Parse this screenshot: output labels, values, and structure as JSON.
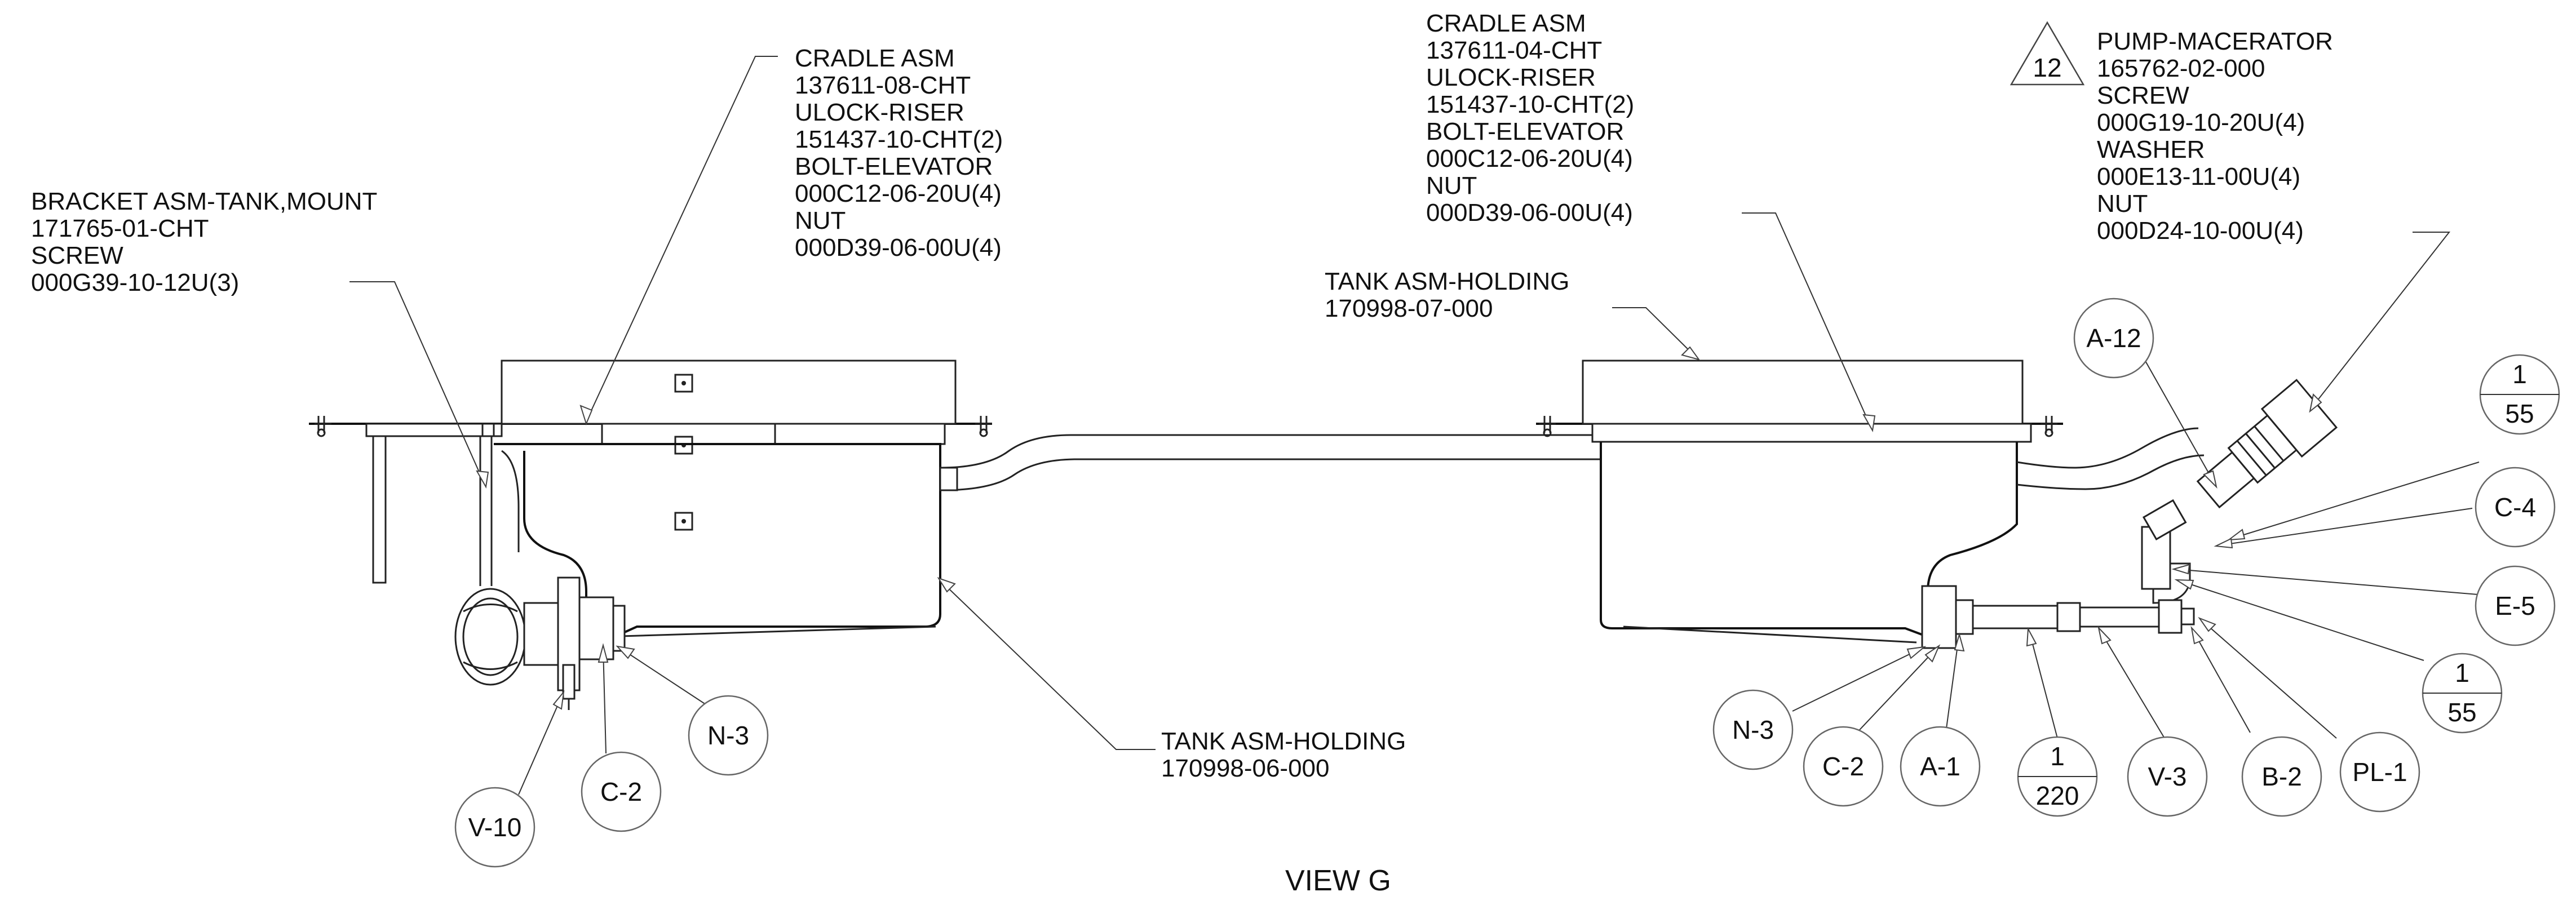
{
  "callouts": {
    "cradle_left": [
      "CRADLE ASM",
      "137611-08-CHT",
      "ULOCK-RISER",
      "151437-10-CHT(2)",
      "BOLT-ELEVATOR",
      "000C12-06-20U(4)",
      "NUT",
      "000D39-06-00U(4)"
    ],
    "bracket": [
      "BRACKET ASM-TANK,MOUNT",
      "171765-01-CHT",
      "SCREW",
      "000G39-10-12U(3)"
    ],
    "cradle_right": [
      "CRADLE ASM",
      "137611-04-CHT",
      "ULOCK-RISER",
      "151437-10-CHT(2)",
      "BOLT-ELEVATOR",
      "000C12-06-20U(4)",
      "NUT",
      "000D39-06-00U(4)"
    ],
    "tank_top": [
      "TANK ASM-HOLDING",
      "170998-07-000"
    ],
    "pump": [
      "PUMP-MACERATOR",
      "165762-02-000",
      "SCREW",
      "000G19-10-20U(4)",
      "WASHER",
      "000E13-11-00U(4)",
      "NUT",
      "000D24-10-00U(4)"
    ],
    "tank_bottom": [
      "TANK ASM-HOLDING",
      "170998-06-000"
    ]
  },
  "pump_flag": "12",
  "bubbles": {
    "left": [
      "N-3",
      "C-2",
      "V-10"
    ],
    "right": [
      "N-3",
      "C-2",
      "A-1",
      "V-3",
      "B-2",
      "PL-1",
      "A-12",
      "C-4",
      "E-5"
    ]
  },
  "split_bubbles": [
    {
      "top": "1",
      "bottom": "220"
    },
    {
      "top": "1",
      "bottom": "55"
    },
    {
      "top": "1",
      "bottom": "55"
    }
  ],
  "view_label": "VIEW G"
}
